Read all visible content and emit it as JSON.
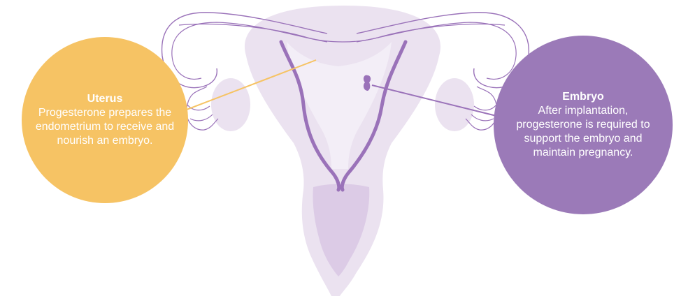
{
  "colors": {
    "uterus_accent": "#f6c364",
    "embryo_accent": "#9b7ab8",
    "anatomy_light": "#ebe2f0",
    "anatomy_mid": "#dccbe6",
    "anatomy_dark": "#9a72b9"
  },
  "callouts": {
    "uterus": {
      "title": "Uterus",
      "body": "Progesterone prepares the endometrium to receive and nourish an embryo."
    },
    "embryo": {
      "title": "Embryo",
      "body": "After implantation, progesterone is required to support the embryo and maintain pregnancy."
    }
  }
}
